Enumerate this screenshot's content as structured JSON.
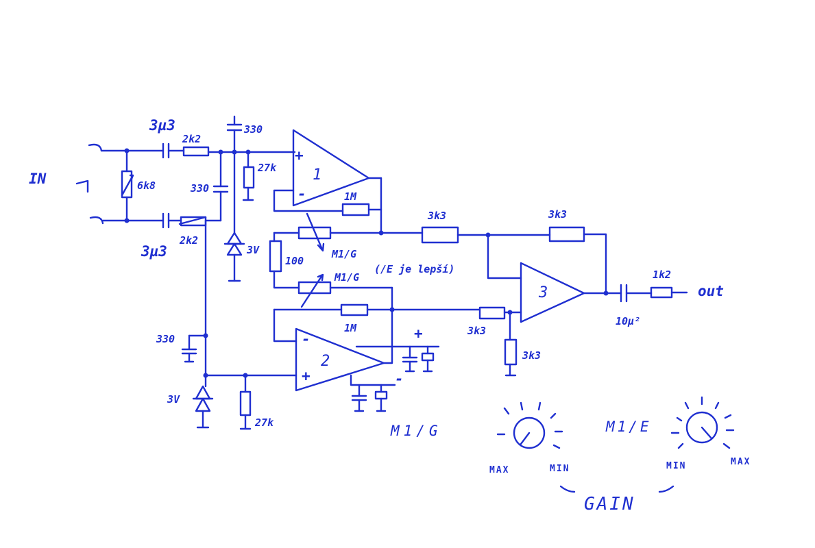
{
  "labels": {
    "input": "IN",
    "output": "out",
    "in_cap_top": "3µ3",
    "in_cap_bottom": "3µ3",
    "r_in_top": "2k2",
    "r_in_bottom": "2k2",
    "r_shunt": "6k8",
    "c_top": "330",
    "c_mid": "330",
    "r_bias_top": "27k",
    "zener_top": "3V",
    "r_gain": "100",
    "pot_1": "M1/G",
    "pot_note": "(/E je lepší)",
    "pot_2": "M1/G",
    "r_fb_1": "1M",
    "r_fb_2": "1M",
    "r_sum_1": "3k3",
    "r_fb_3": "3k3",
    "r_sum_2": "3k3",
    "r_ground": "3k3",
    "r_out": "1k2",
    "c_out": "10µ²",
    "c_bottom": "330",
    "zener_bottom": "3V",
    "r_bias_bottom": "27k",
    "plus_1": "+",
    "minus_1": "-",
    "plus_2": "+",
    "minus_2": "-",
    "plus_supply": "+",
    "minus_supply": "-",
    "opamp_1": "1",
    "opamp_2": "2",
    "opamp_3": "3"
  },
  "knobs": [
    {
      "title": "M1/G",
      "left_label": "MAX",
      "right_label": "MIN"
    },
    {
      "title": "M1/E",
      "left_label": "MIN",
      "right_label": "MAX"
    }
  ],
  "gain_label": "GAIN",
  "ink_color": "#1f2fd0"
}
